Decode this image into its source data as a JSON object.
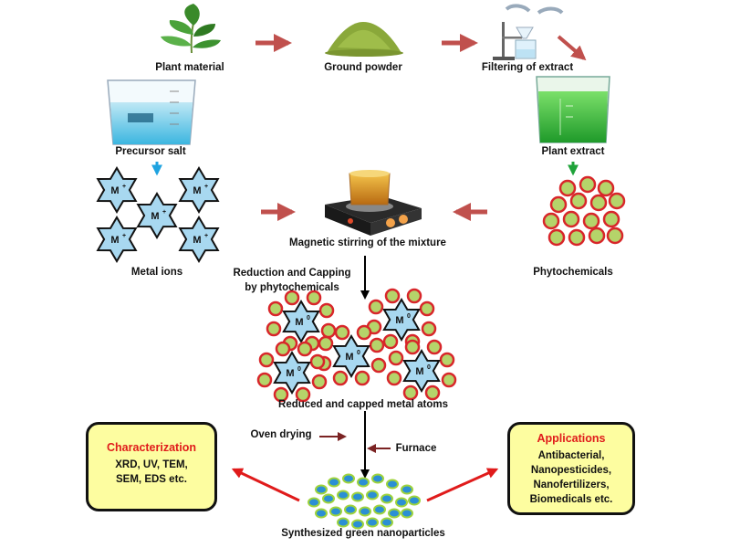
{
  "labels": {
    "plant_material": "Plant  material",
    "ground_powder": "Ground powder",
    "filtering": "Filtering of extract",
    "precursor_salt": "Precursor salt",
    "plant_extract": "Plant extract",
    "metal_ions": "Metal ions",
    "magnetic_stirring": "Magnetic stirring of the mixture",
    "phytochemicals": "Phytochemicals",
    "reduction_line1": "Reduction and Capping",
    "reduction_line2": "by phytochemicals",
    "reduced_capped": "Reduced and capped metal atoms",
    "oven_drying": "Oven drying",
    "furnace": "Furnace",
    "synthesized": "Synthesized green nanoparticles"
  },
  "ion_symbol": "M",
  "ion_superscript": "+",
  "atom_symbol": "M",
  "atom_superscript": "0",
  "characterization": {
    "title": "Characterization",
    "lines": [
      "XRD, UV, TEM,",
      "SEM, EDS etc."
    ]
  },
  "applications": {
    "title": "Applications",
    "lines": [
      "Antibacterial,",
      "Nanopesticides,",
      "Nanofertilizers,",
      "Biomedicals etc."
    ]
  },
  "colors": {
    "process_arrow": "#c0504d",
    "flow_arrow": "#000000",
    "side_arrow": "#7b2323",
    "blue_arrow": "#1fa3e0",
    "green_arrow": "#1fa33a",
    "red_arrow": "#e01b1b",
    "star_fill": "#a8d8f0",
    "phyto_fill": "#b5d46a",
    "phyto_ring": "#d8262a",
    "box_fill": "#fdfda0",
    "nano_core": "#2b8fd4",
    "nano_ring": "#9fd33c"
  }
}
